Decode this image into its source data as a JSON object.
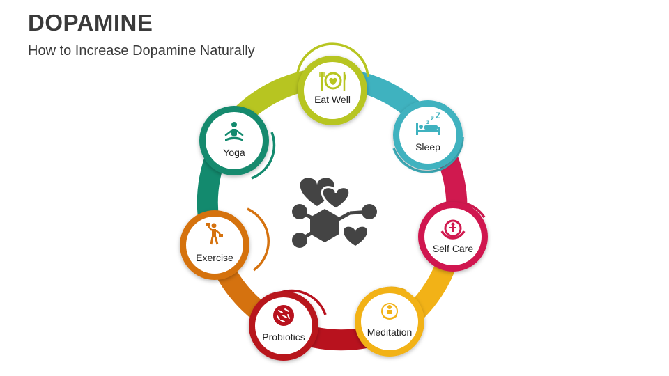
{
  "header": {
    "title": "DOPAMINE",
    "subtitle": "How to Increase Dopamine Naturally"
  },
  "center": {
    "icon": "dopamine-molecule-hearts-icon",
    "color": "#444444"
  },
  "nodes": [
    {
      "label": "Eat Well",
      "icon": "plate-cutlery-icon",
      "color": "#b7c521"
    },
    {
      "label": "Sleep",
      "icon": "sleep-bed-icon",
      "color": "#3fb2bf"
    },
    {
      "label": "Self Care",
      "icon": "self-care-icon",
      "color": "#d0194f"
    },
    {
      "label": "Meditation",
      "icon": "meditation-icon",
      "color": "#f2b217"
    },
    {
      "label": "Probiotics",
      "icon": "probiotics-icon",
      "color": "#b8121e"
    },
    {
      "label": "Exercise",
      "icon": "exercise-icon",
      "color": "#d5720f"
    },
    {
      "label": "Yoga",
      "icon": "yoga-icon",
      "color": "#138a6e"
    }
  ]
}
